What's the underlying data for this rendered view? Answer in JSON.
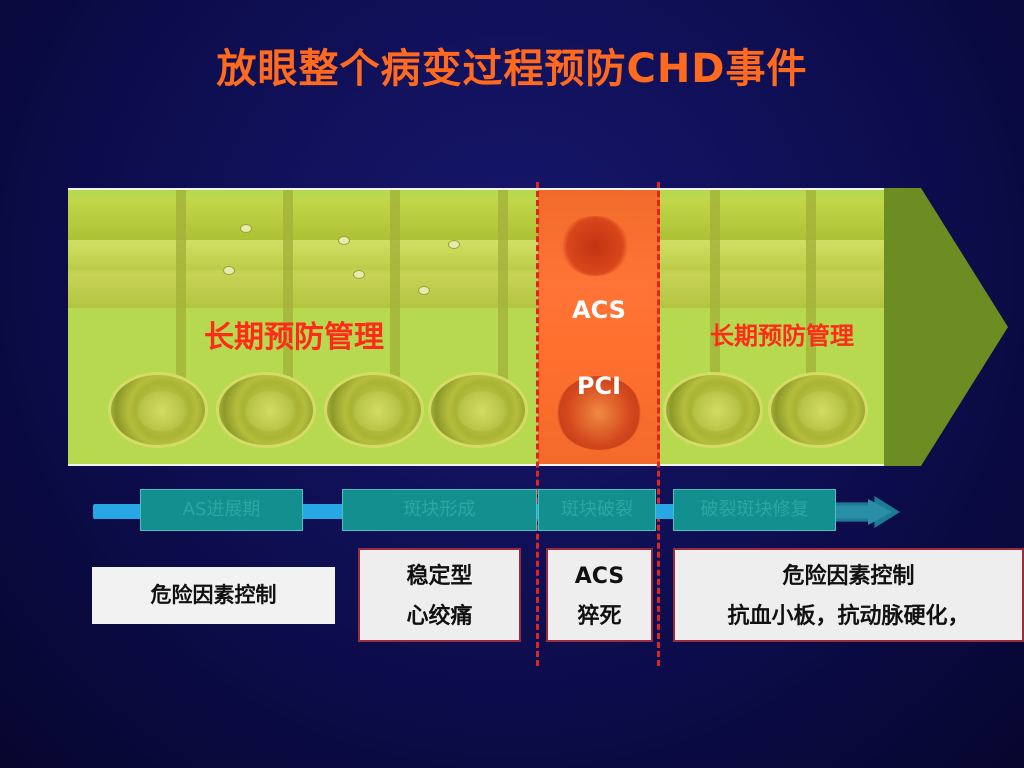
{
  "title": "放眼整个病变过程预防CHD事件",
  "band": {
    "left_label": "长期预防管理",
    "right_label": "长期预防管理",
    "acs_label": "ACS",
    "pci_label": "PCI"
  },
  "timeline": {
    "stages": [
      "AS进展期",
      "斑块形成",
      "斑块破裂",
      "破裂斑块修复"
    ]
  },
  "boxes": {
    "risk_control": "危险因素控制",
    "stable_angina": [
      "稳定型",
      "心绞痛"
    ],
    "acs_death": [
      "ACS",
      "猝死"
    ],
    "repair": [
      "危险因素控制",
      "抗血小板，抗动脉硬化，"
    ]
  },
  "colors": {
    "title": "#ff6a1f",
    "band_label": "#ff2b1a",
    "band_green": "#b6d94f",
    "acs_orange": "#ff7436",
    "dashed_line": "#e32222",
    "stage_box": "#138f8f",
    "timeline_bar": "#27a7e3"
  }
}
